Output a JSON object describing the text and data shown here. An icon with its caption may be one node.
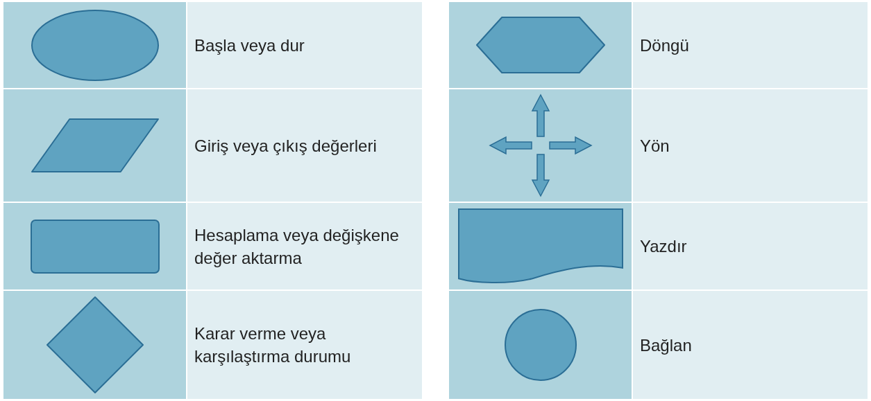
{
  "diagram": {
    "nodes": [
      {
        "text": [],
        "shape": "ellipse",
        "beside": [
          "Başla veya dur"
        ]
      },
      {
        "text": [],
        "shape": "parallelogram",
        "beside": [
          "Giriş veya çıkış değerleri"
        ]
      },
      {
        "text": [],
        "shape": "box",
        "beside": [
          "Hesaplama veya değişkene değer aktarma"
        ]
      },
      {
        "text": [],
        "shape": "diamond",
        "beside": [
          "Karar verme veya karşılaştırma durumu"
        ]
      },
      {
        "text": [],
        "shape": "hexagon",
        "beside": [
          "Döngü"
        ]
      },
      {
        "text": [],
        "shape": "arrows",
        "beside": [
          "Yön"
        ]
      },
      {
        "text": [],
        "shape": "document",
        "beside": [
          "Yazdır"
        ]
      },
      {
        "text": [],
        "shape": "circle",
        "beside": [
          "Bağlan"
        ]
      }
    ]
  }
}
